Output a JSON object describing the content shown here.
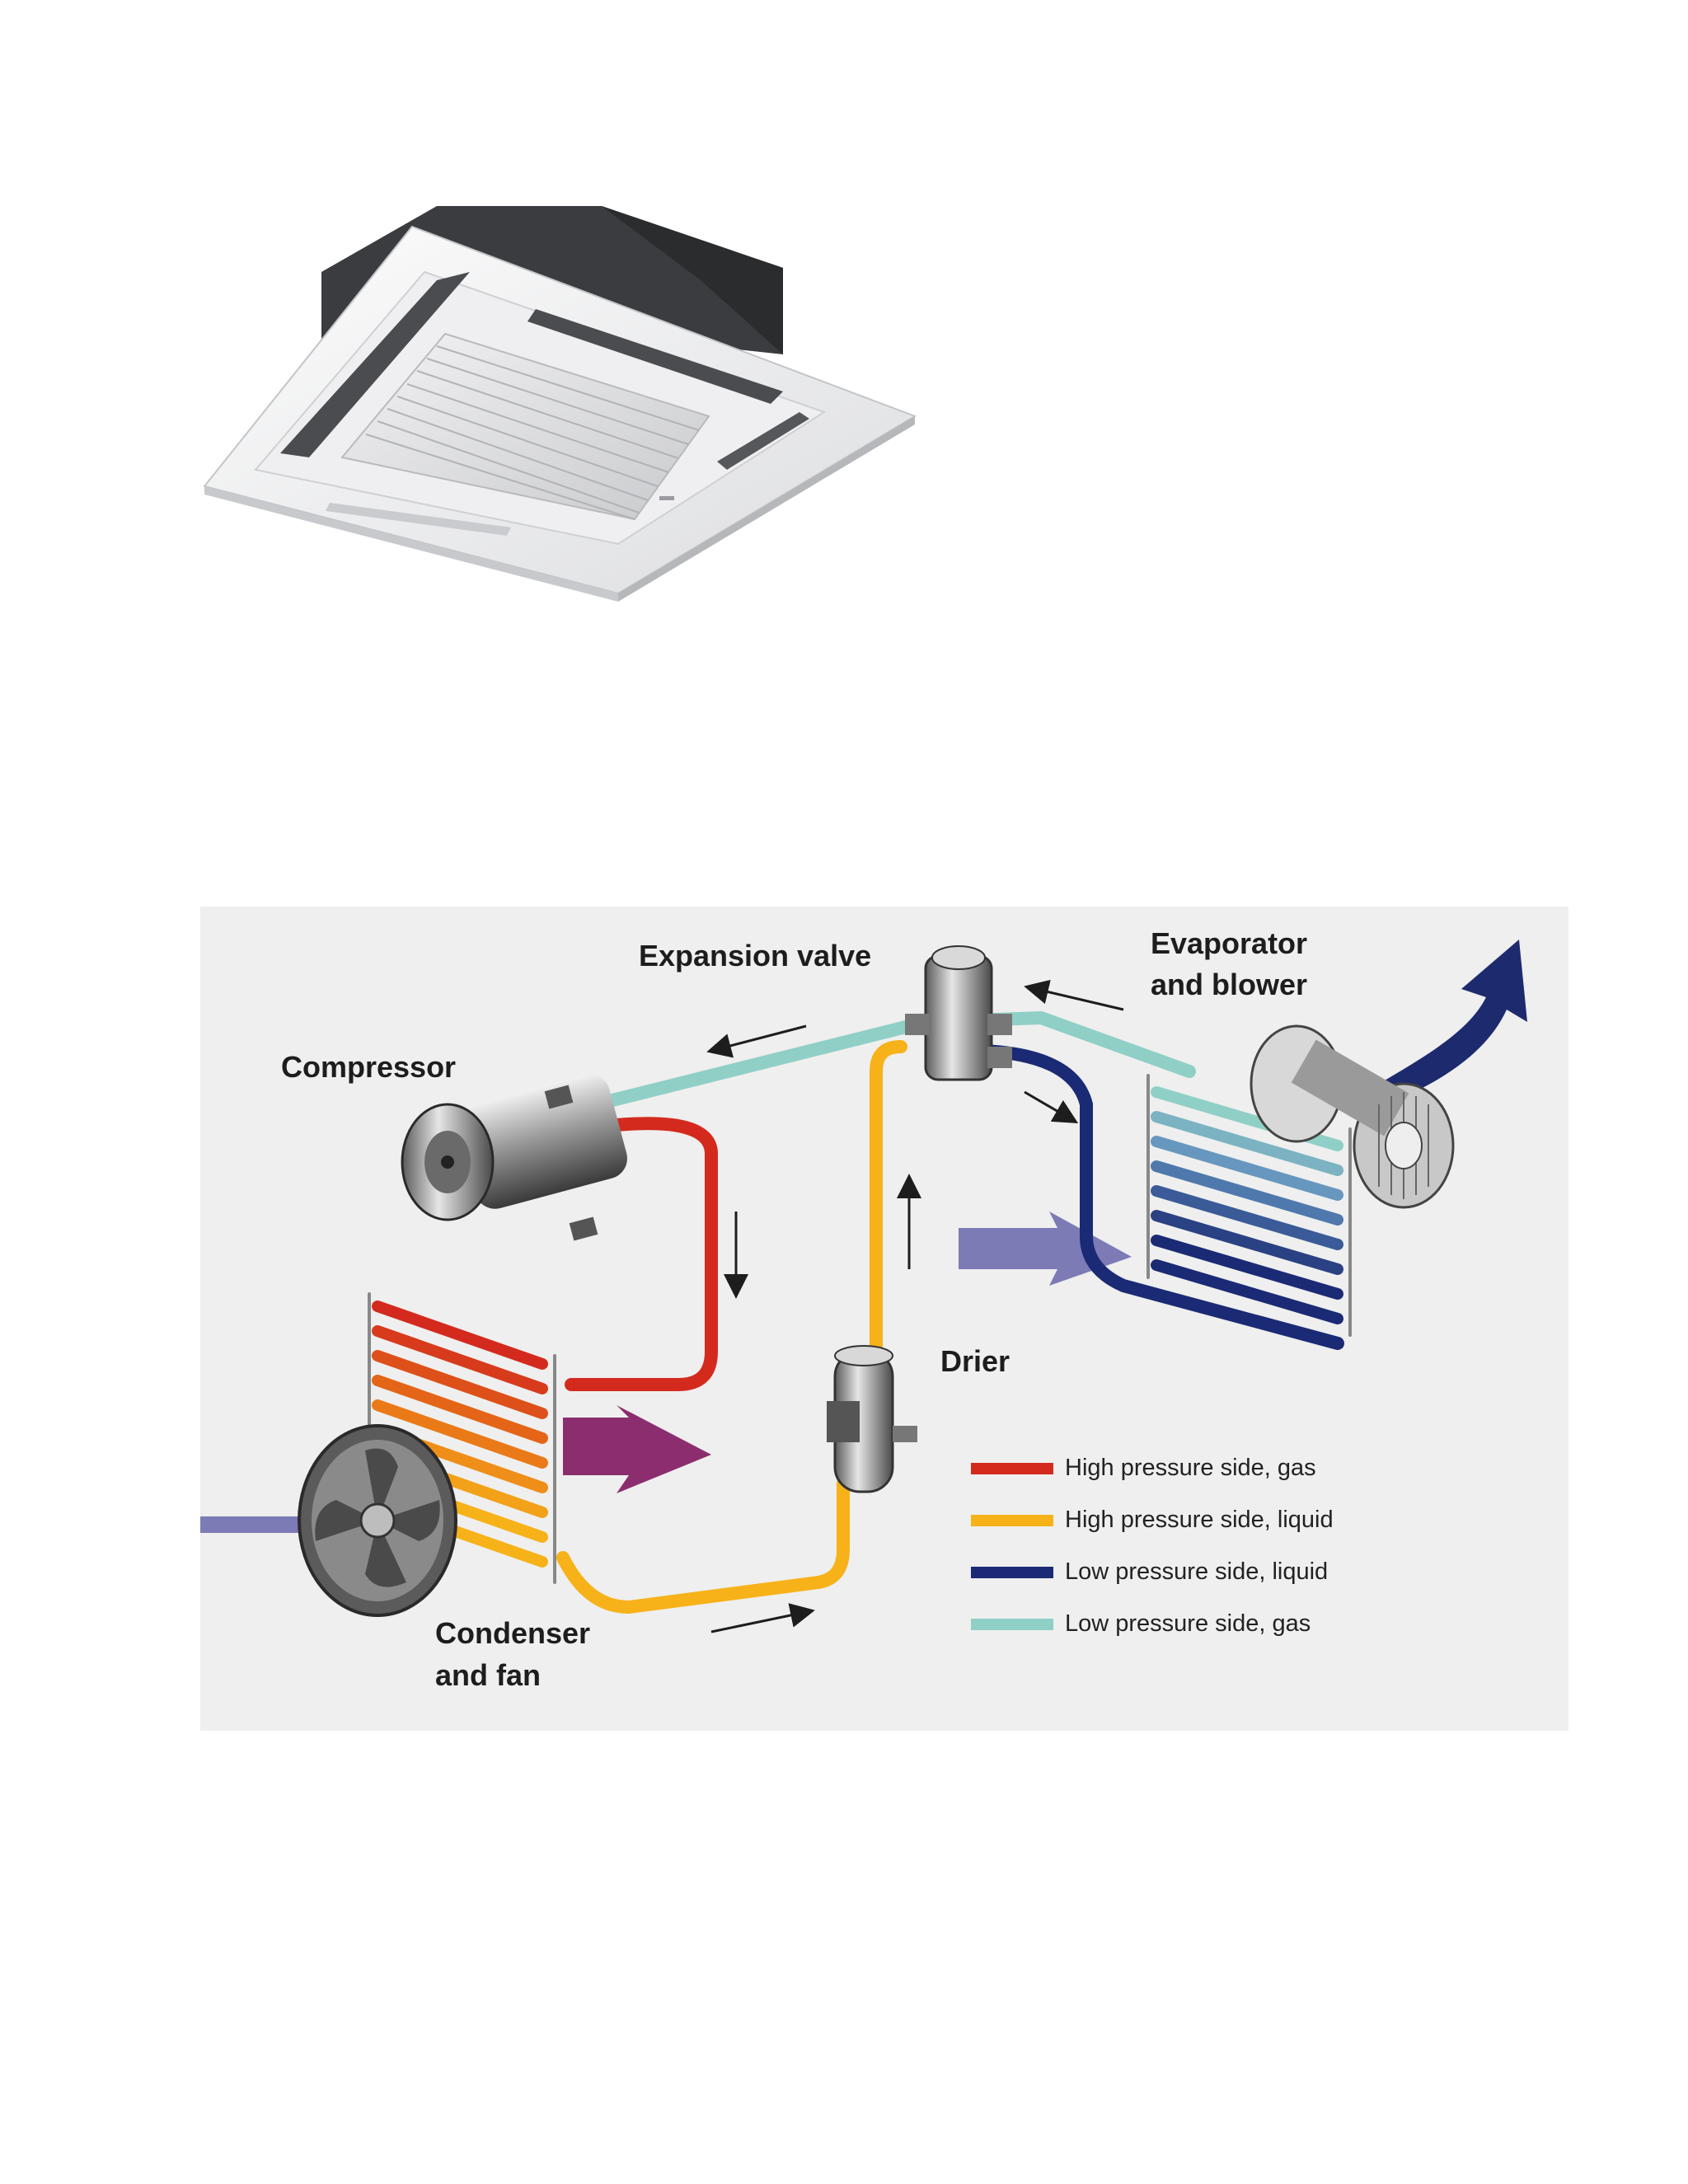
{
  "labels": {
    "expansion_valve": "Expansion valve",
    "evaporator": "Evaporator",
    "and_blower": "and blower",
    "compressor": "Compressor",
    "drier": "Drier",
    "condenser": "Condenser",
    "and_fan": "and fan"
  },
  "legend": [
    {
      "text": "High pressure side, gas",
      "color": "#d42a1e"
    },
    {
      "text": "High pressure side, liquid",
      "color": "#f7b21a"
    },
    {
      "text": "Low pressure side, liquid",
      "color": "#1b2a74"
    },
    {
      "text": "Low pressure side, gas",
      "color": "#8fcfc6"
    }
  ],
  "colors": {
    "hp_gas": "#d42a1e",
    "hp_liquid": "#f7b21a",
    "lp_liquid": "#1b2a74",
    "lp_gas": "#8fcfc6",
    "air_in": "#7c7bb6",
    "air_out": "#1e2a6e",
    "diagram_bg": "#eeefee"
  },
  "icons": [
    "ceiling-cassette-ac-image",
    "compressor-icon",
    "condenser-coil-icon",
    "fan-icon",
    "drier-icon",
    "expansion-valve-icon",
    "evaporator-coil-icon",
    "blower-icon",
    "flow-arrow-icon"
  ]
}
